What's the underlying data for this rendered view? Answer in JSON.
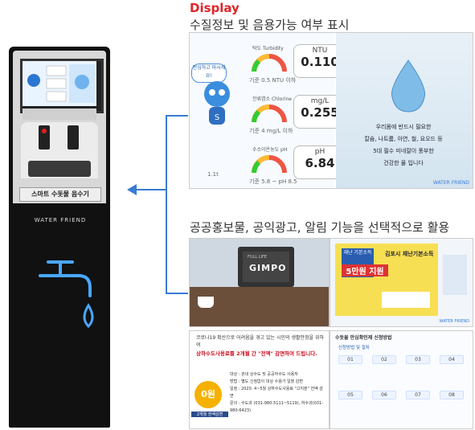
{
  "display": {
    "title": "Display",
    "heading": "수질정보 및 음용가능 여부 표시",
    "character_speech": "안심하고 마시세요!",
    "metrics": [
      {
        "unit": "NTU",
        "value": "0.110",
        "name": "탁도 Turbidity",
        "range": "기준 0.5 NTU 이하"
      },
      {
        "unit": "mg/L",
        "value": "0.255",
        "name": "잔류염소 Chlorine",
        "range": "기준 4 mg/L 이하"
      },
      {
        "unit": "pH",
        "value": "6.84",
        "name": "수소이온농도 pH",
        "range": "기준 5.8 ~ pH 8.5"
      }
    ],
    "right_messages": [
      "우리몸에 반드시 필요한",
      "칼슘, 나트륨, 아연, 철, 요오드 등",
      "5대 필수 미네랄이 풍부한",
      "건강한 물 입니다"
    ],
    "brand": "WATER FRIEND",
    "extra_label": "1.1t"
  },
  "promo": {
    "heading": "공공홍보물, 공익광고, 알림 기능을 선택적으로 활용",
    "laptop_text": "GIMPO",
    "laptop_small": "FULL LIFE",
    "poster_title": "김포시 재난기본소득",
    "poster_badge": "재난 기본소득",
    "poster_amount": "5만원 지원",
    "poster_brand": "WATER FRIEND",
    "notice_title": "코로나19 확산으로 어려움을 겪고 있는 시민의 생활안정을 위하여",
    "notice_highlight": "상하수도사용료를 2개월 간 \"전액\" 감면하여 드립니다.",
    "notice_items": [
      "대상 : 관내 상수도 및 공공하수도 사용자",
      "방법 : 별도 신청없이 대상 수용가 일괄 감면",
      "일정 : 2020. 4~5월 상하수도사용료 \"고지분\" 전액 감면",
      "문의 : 수도과 (031-980-5111~5119), 하수과(031-980-6423)"
    ],
    "notice_badge_amount": "0원",
    "notice_badge_label": "2개월 전액감면",
    "steps_title": "수돗물 안심확인제 신청방법",
    "steps_sub": "신청방법 및 절차",
    "steps": [
      "01",
      "02",
      "03",
      "04",
      "05",
      "06",
      "07",
      "08"
    ]
  },
  "kiosk": {
    "label": "스마트 수돗물 음수기",
    "brand": "WATER FRIEND"
  },
  "colors": {
    "accent_red": "#e0242a",
    "arrow_blue": "#3a7bd5",
    "kiosk_black": "#111111"
  }
}
